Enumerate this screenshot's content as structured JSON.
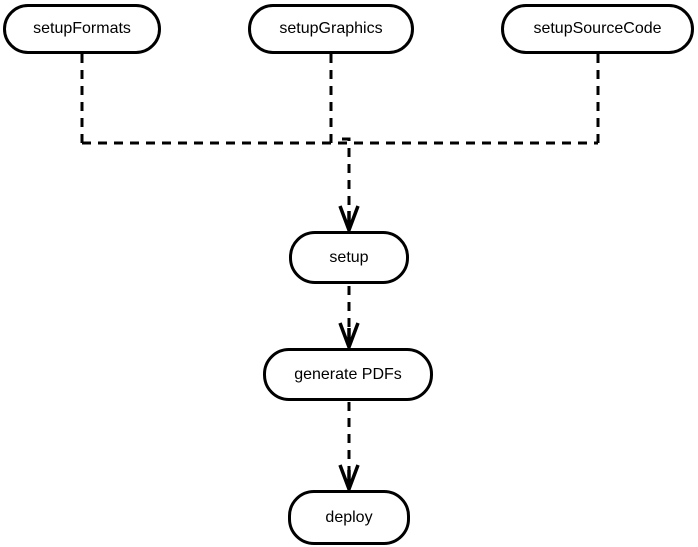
{
  "diagram": {
    "kind": "task-dependency-graph",
    "background_color": "#ffffff",
    "stroke_color": "#000000",
    "edge_style": "dashed",
    "arrow_style": "open-vee",
    "nodes": {
      "setupFormats": {
        "label": "setupFormats",
        "shape": "rounded-box"
      },
      "setupGraphics": {
        "label": "setupGraphics",
        "shape": "rounded-box"
      },
      "setupSourceCode": {
        "label": "setupSourceCode",
        "shape": "rounded-box"
      },
      "setup": {
        "label": "setup",
        "shape": "rounded-box"
      },
      "generatePDFs": {
        "label": "generate PDFs",
        "shape": "rounded-box"
      },
      "deploy": {
        "label": "deploy",
        "shape": "rounded-box"
      }
    },
    "edges": [
      {
        "from": "setupFormats",
        "to": "setup",
        "style": "dashed",
        "arrow": "vee"
      },
      {
        "from": "setupGraphics",
        "to": "setup",
        "style": "dashed",
        "arrow": "vee"
      },
      {
        "from": "setupSourceCode",
        "to": "setup",
        "style": "dashed",
        "arrow": "vee"
      },
      {
        "from": "setup",
        "to": "generatePDFs",
        "style": "dashed",
        "arrow": "vee"
      },
      {
        "from": "generatePDFs",
        "to": "deploy",
        "style": "dashed",
        "arrow": "vee"
      }
    ]
  }
}
